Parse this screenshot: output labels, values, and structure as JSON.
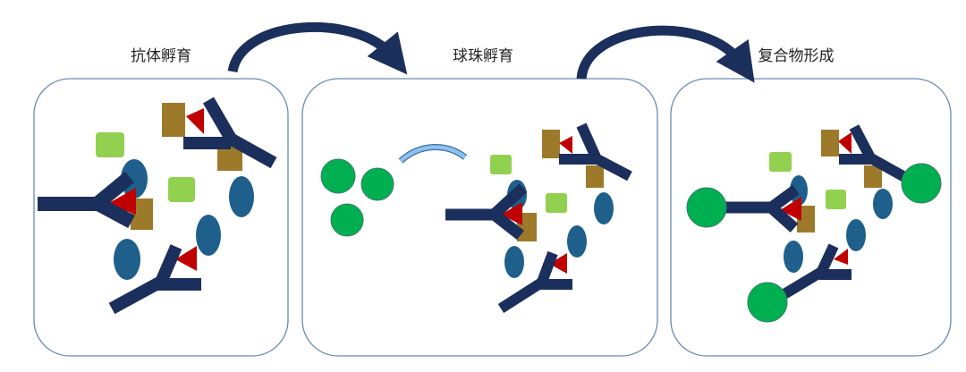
{
  "steps": [
    {
      "label": "抗体孵育"
    },
    {
      "label": "球珠孵育"
    },
    {
      "label": "复合物形成"
    }
  ],
  "colors": {
    "antibody": "#1b2f5c",
    "antigen_triangle": "#c00000",
    "brown_square": "#9c7a2a",
    "light_green_square": "#92d050",
    "blue_ellipse": "#1f5f8b",
    "bead": "#00b050",
    "panel_border": "#6a8bb0",
    "arrow": "#1b2f5c",
    "small_arc": "#6fa8dc"
  }
}
